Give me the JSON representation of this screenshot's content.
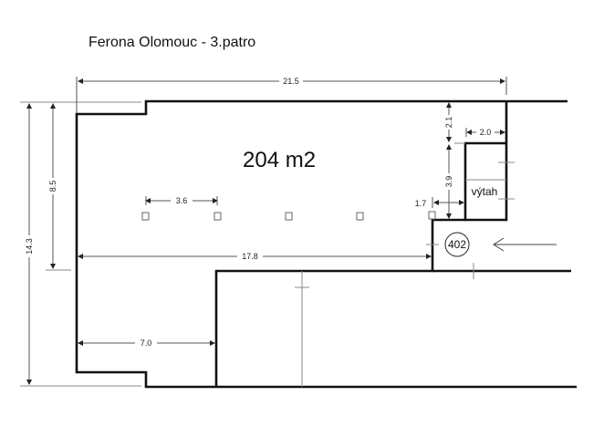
{
  "title": "Ferona Olomouc - 3.patro",
  "area_label": "204 m2",
  "room_number": "402",
  "elevator_label": "výtah",
  "dimensions": {
    "total_width": "21.5",
    "total_height": "14.3",
    "left_height": "8.5",
    "column_spacing": "3.6",
    "corridor_offset": "1.7",
    "inner_length": "17.8",
    "bottom_left_width": "7.0",
    "elevator_width": "2.0",
    "elevator_top_gap": "2.1",
    "elevator_height": "3.9"
  },
  "colors": {
    "wall": "#111111",
    "dimension": "#555555",
    "background": "#ffffff"
  }
}
